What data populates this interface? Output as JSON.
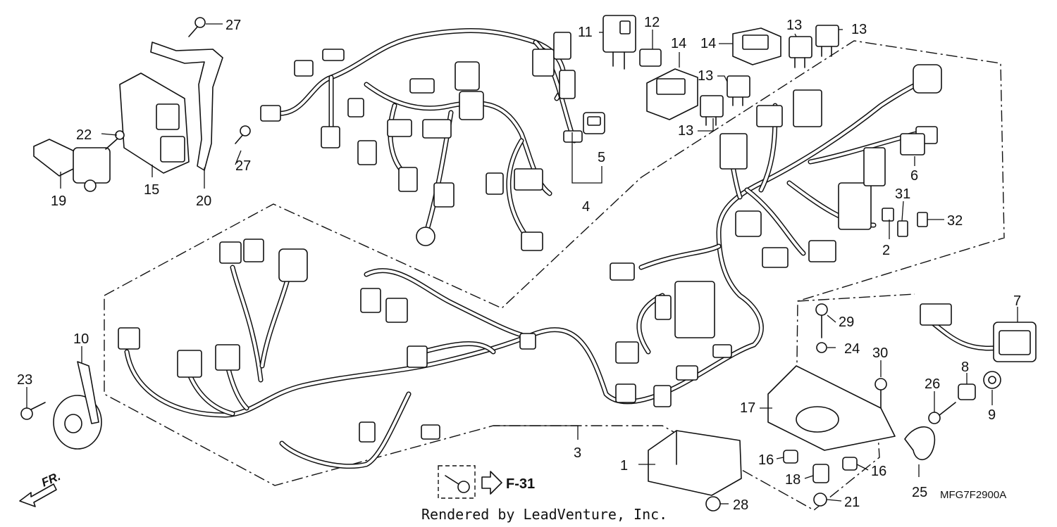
{
  "diagram": {
    "part_callouts": [
      {
        "id": "c1",
        "label": "1"
      },
      {
        "id": "c2",
        "label": "2"
      },
      {
        "id": "c3",
        "label": "3"
      },
      {
        "id": "c4",
        "label": "4"
      },
      {
        "id": "c5",
        "label": "5"
      },
      {
        "id": "c6",
        "label": "6"
      },
      {
        "id": "c7",
        "label": "7"
      },
      {
        "id": "c8",
        "label": "8"
      },
      {
        "id": "c9",
        "label": "9"
      },
      {
        "id": "c10",
        "label": "10"
      },
      {
        "id": "c11",
        "label": "11"
      },
      {
        "id": "c12",
        "label": "12"
      },
      {
        "id": "c13a",
        "label": "13"
      },
      {
        "id": "c13b",
        "label": "13"
      },
      {
        "id": "c13c",
        "label": "13"
      },
      {
        "id": "c13d",
        "label": "13"
      },
      {
        "id": "c14a",
        "label": "14"
      },
      {
        "id": "c14b",
        "label": "14"
      },
      {
        "id": "c15",
        "label": "15"
      },
      {
        "id": "c16a",
        "label": "16"
      },
      {
        "id": "c16b",
        "label": "16"
      },
      {
        "id": "c17",
        "label": "17"
      },
      {
        "id": "c18",
        "label": "18"
      },
      {
        "id": "c19",
        "label": "19"
      },
      {
        "id": "c20",
        "label": "20"
      },
      {
        "id": "c21",
        "label": "21"
      },
      {
        "id": "c22",
        "label": "22"
      },
      {
        "id": "c23",
        "label": "23"
      },
      {
        "id": "c24",
        "label": "24"
      },
      {
        "id": "c25",
        "label": "25"
      },
      {
        "id": "c26",
        "label": "26"
      },
      {
        "id": "c27a",
        "label": "27"
      },
      {
        "id": "c27b",
        "label": "27"
      },
      {
        "id": "c28",
        "label": "28"
      },
      {
        "id": "c29",
        "label": "29"
      },
      {
        "id": "c30",
        "label": "30"
      },
      {
        "id": "c31",
        "label": "31"
      },
      {
        "id": "c32",
        "label": "32"
      }
    ],
    "reference_label": "F-31",
    "direction_label": "FR.",
    "diagram_code": "MFG7F2900A",
    "credit": "Rendered by LeadVenture, Inc."
  }
}
